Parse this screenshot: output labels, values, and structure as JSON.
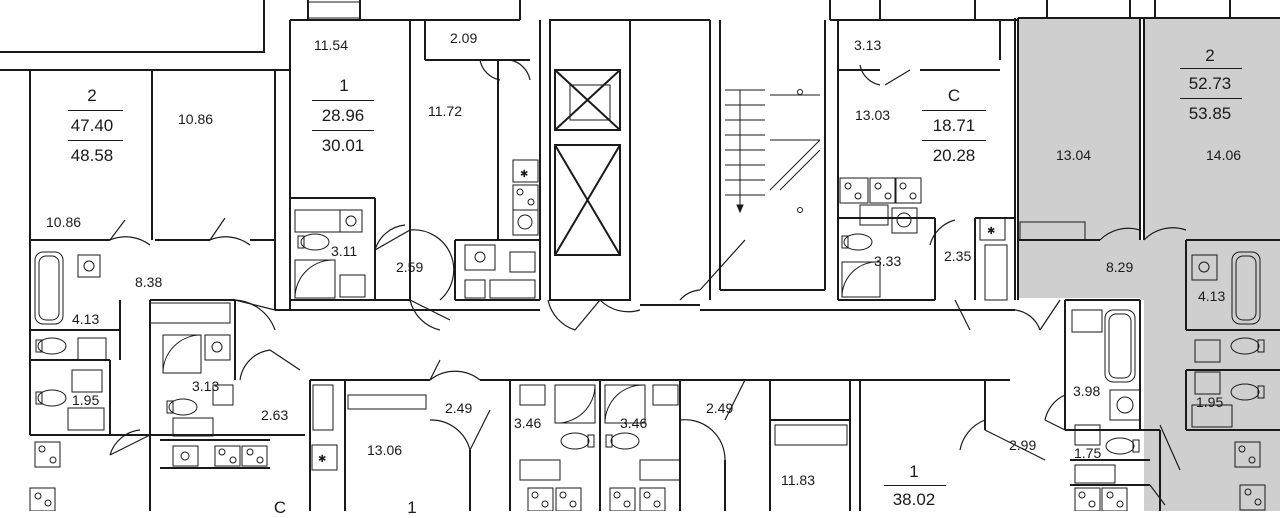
{
  "colors": {
    "wall": "#1a1a1a",
    "highlight": "#cfcfcf",
    "background": "#ffffff"
  },
  "apartments": [
    {
      "id": "apt-left-2",
      "rooms": "2",
      "area_living": "47.40",
      "area_total": "48.58"
    },
    {
      "id": "apt-1-top",
      "rooms": "1",
      "area_living": "28.96",
      "area_total": "30.01"
    },
    {
      "id": "apt-studio-top",
      "rooms": "С",
      "area_living": "18.71",
      "area_total": "20.28"
    },
    {
      "id": "apt-right-2",
      "rooms": "2",
      "area_living": "52.73",
      "area_total": "53.85"
    },
    {
      "id": "apt-1-bottom-right",
      "rooms": "1",
      "area_living": "38.02"
    },
    {
      "id": "apt-studio-bottom",
      "rooms": "С"
    },
    {
      "id": "apt-1-bottom",
      "rooms": "1"
    }
  ],
  "room_areas": {
    "a1": "10.86",
    "a2": "10.86",
    "a3": "8.38",
    "a4": "4.13",
    "a5": "1.95",
    "b1": "11.54",
    "b2": "2.09",
    "b3": "11.72",
    "b4": "3.11",
    "b5": "2.59",
    "c1": "3.13",
    "c2": "13.03",
    "c3": "3.33",
    "c4": "2.35",
    "d1": "13.04",
    "d2": "14.06",
    "d3": "8.29",
    "d4": "4.13",
    "d5": "1.95",
    "e1": "3.13",
    "e2": "2.63",
    "e3": "13.06",
    "e4": "2.49",
    "e5": "3.46",
    "e6": "3.46",
    "e7": "2.49",
    "e8": "11.83",
    "e9": "2.99",
    "e10": "3.98",
    "e11": "1.75"
  },
  "icons": [
    "toilet-icon",
    "bathtub-icon",
    "sink-icon",
    "stove-icon",
    "shower-icon",
    "washing-machine-icon",
    "elevator-icon",
    "stairs-icon"
  ]
}
